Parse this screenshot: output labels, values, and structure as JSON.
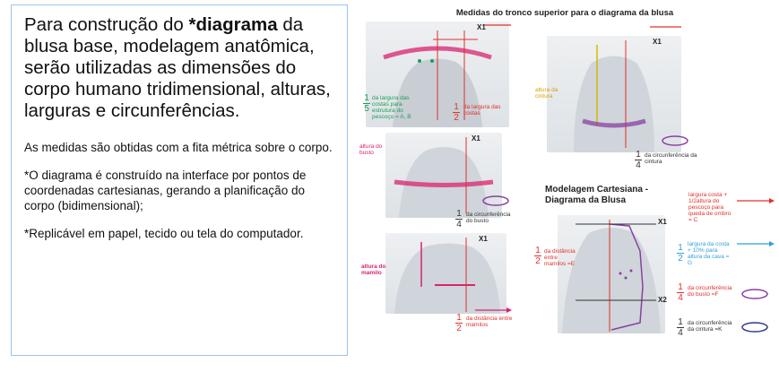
{
  "text_panel": {
    "intro_prefix": "Para construção do ",
    "intro_bold": "*diagrama",
    "intro_suffix": " da blusa base, modelagem anatômica, serão utilizadas as dimensões do corpo humano tridimensional, alturas, larguras e circunferências.",
    "paragraph_1": "As medidas são obtidas com a fita métrica sobre o corpo.",
    "paragraph_2": "*O diagrama é construído na interface por pontos de coordenadas cartesianas, gerando a planificação do corpo (bidimensional);",
    "paragraph_3": "*Replicável em papel, tecido ou tela do computador."
  },
  "figure": {
    "title": "Medidas do tronco superior para o diagrama da blusa",
    "photo_1": {
      "frac_left": {
        "num": "1",
        "den": "5"
      },
      "label_left": "da largura das costas para estrutura do pescoço = A, B",
      "frac_right": {
        "num": "1",
        "den": "2"
      },
      "label_right": "da largura das costas",
      "axis": "X1"
    },
    "photo_2": {
      "label_left": "altura da cintura",
      "frac": {
        "num": "1",
        "den": "4"
      },
      "label_right": "da circunferência da cintura",
      "axis": "X1"
    },
    "photo_3": {
      "label_left": "altura do busto",
      "frac": {
        "num": "1",
        "den": "4"
      },
      "label_right": "da circunferência do busto",
      "axis": "X1"
    },
    "photo_4": {
      "label_left": "altura do mamilo",
      "frac": {
        "num": "1",
        "den": "2"
      },
      "label_right": "da distância entre mamilos",
      "axis": "X1"
    },
    "cartesian": {
      "title": "Modelagem Cartesiana - Diagrama da Blusa",
      "axis_x1": "X1",
      "axis_x2": "X2",
      "left_frac": {
        "num": "1",
        "den": "2"
      },
      "left_label": "da distância entre mamilos =E",
      "right_1_label": "largura costa + 1/2altura do pescoço para queda de ombro = C",
      "right_2_frac": {
        "num": "1",
        "den": "2"
      },
      "right_2_label": "largura da costa + 10% para altura da cava = G",
      "right_3_frac": {
        "num": "1",
        "den": "4"
      },
      "right_3_label": "da circunferência do busto =F",
      "right_4_frac": {
        "num": "1",
        "den": "4"
      },
      "right_4_label": "da circunferência da cintura =K"
    }
  },
  "colors": {
    "panel_border": "#9ec3ea",
    "pink": "#d9236e",
    "green": "#1b9e57",
    "red": "#e0302b",
    "blue": "#2f9fd9",
    "purple": "#8a3fa0"
  }
}
